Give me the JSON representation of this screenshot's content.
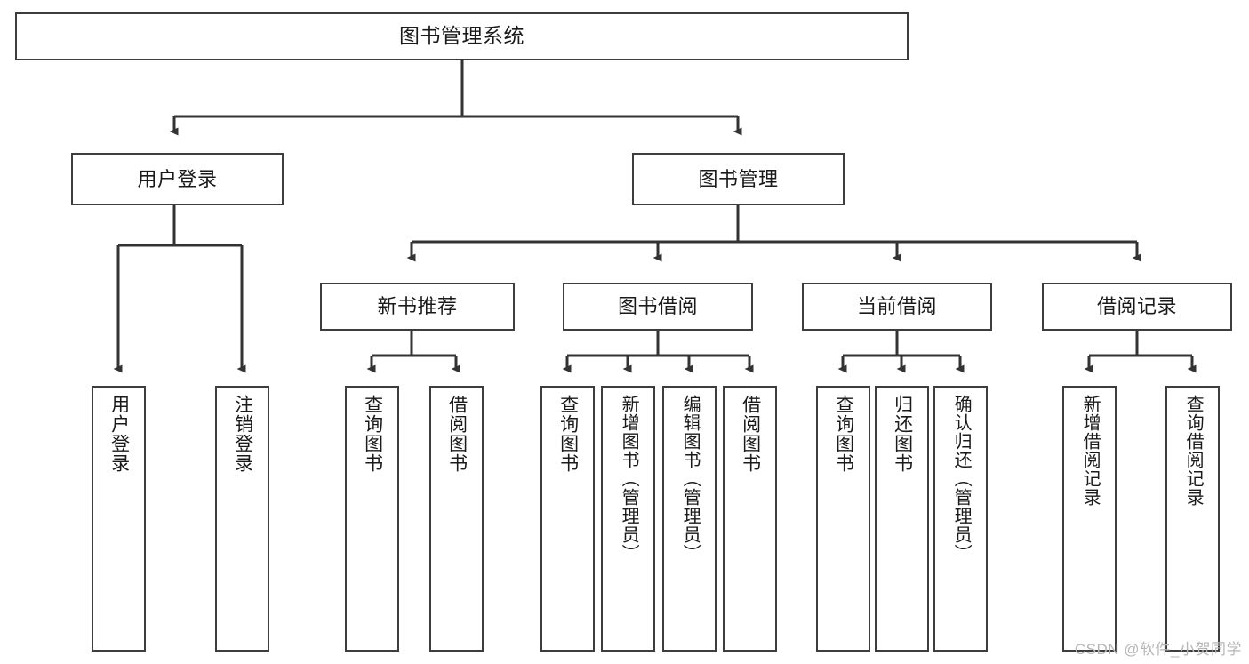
{
  "diagram": {
    "title": "图书管理系统",
    "type": "tree-hierarchy-diagram",
    "colors": {
      "box_border": "#3d3d3d",
      "box_fill": "#ffffff",
      "connector": "#333333",
      "text": "#1a1a1a",
      "watermark": "#b6b6b6"
    },
    "root": {
      "label": "图书管理系统"
    },
    "level2": [
      {
        "label": "用户登录"
      },
      {
        "label": "图书管理"
      }
    ],
    "level3": [
      {
        "label": "新书推荐"
      },
      {
        "label": "图书借阅"
      },
      {
        "label": "当前借阅"
      },
      {
        "label": "借阅记录"
      }
    ],
    "leaves": {
      "user_login": [
        {
          "label": "用户登录"
        },
        {
          "label": "注销登录"
        }
      ],
      "new_book_recommend": [
        {
          "label": "查询图书"
        },
        {
          "label": "借阅图书"
        }
      ],
      "book_borrow": [
        {
          "label": "查询图书"
        },
        {
          "label": "新增图书（管理员）"
        },
        {
          "label": "编辑图书（管理员）"
        },
        {
          "label": "借阅图书"
        }
      ],
      "current_borrow": [
        {
          "label": "查询图书"
        },
        {
          "label": "归还图书"
        },
        {
          "label": "确认归还（管理员）"
        }
      ],
      "borrow_record": [
        {
          "label": "新增借阅记录"
        },
        {
          "label": "查询借阅记录"
        }
      ]
    }
  },
  "watermark": {
    "text": "CSDN @软件_小贺同学"
  }
}
